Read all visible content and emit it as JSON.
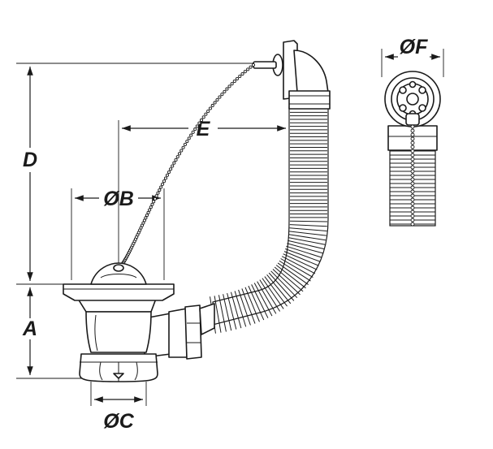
{
  "labels": {
    "d": "D",
    "e": "E",
    "b": "ØB",
    "a": "A",
    "c": "ØC",
    "f": "ØF"
  }
}
